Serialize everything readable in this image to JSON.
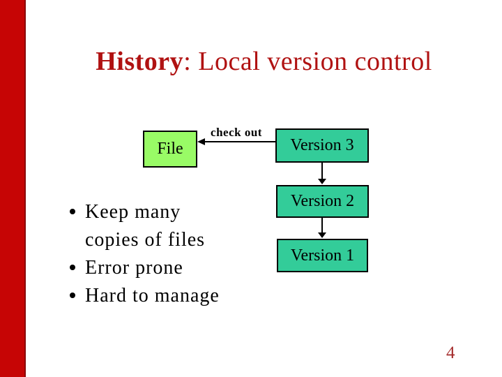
{
  "slide": {
    "title": {
      "bold": "History",
      "rest": ": Local version control"
    },
    "bullets": [
      {
        "text": "Keep many\ncopies of files"
      },
      {
        "text": "Error prone"
      },
      {
        "text": "Hard to manage"
      }
    ],
    "diagram": {
      "file_label": "File",
      "checkout_label": "check out",
      "version_boxes": [
        "Version 3",
        "Version 2",
        "Version 1"
      ]
    },
    "page_number": "4",
    "colors": {
      "accent_bar": "#C60505",
      "accent_bar_edge": "#8A0A0A",
      "title_text": "#B01212",
      "file_box_fill": "#99FB66",
      "version_box_fill": "#33CC99",
      "box_border": "#000000",
      "body_text": "#000000",
      "page_number": "#A42C2C",
      "background": "#FFFFFF"
    }
  }
}
